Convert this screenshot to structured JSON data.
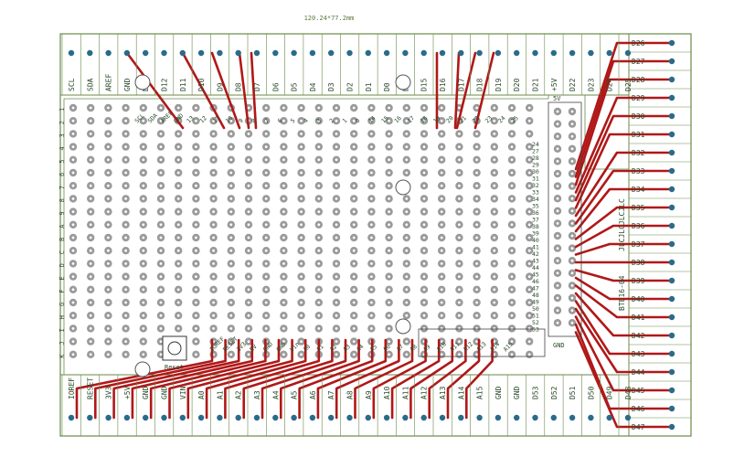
{
  "dimension_label": "120.24*77.2mm",
  "board_text": {
    "top_right_5v": "5V",
    "gnd_bottom": "GND",
    "reset_label": "Reset",
    "vertical_mark_1": "JLCJLCJLCJLC",
    "vertical_mark_2": "BTE16-04"
  },
  "top_terminal_labels": [
    "SCL",
    "SDA",
    "AREF",
    "GND",
    "D13",
    "D12",
    "D11",
    "D10",
    "D9",
    "D8",
    "D7",
    "D6",
    "D5",
    "D4",
    "D3",
    "D2",
    "D1",
    "D0",
    "D14",
    "D15",
    "D16",
    "D17",
    "D18",
    "D19",
    "D20",
    "D21",
    "+5V",
    "D22",
    "D23",
    "D24",
    "D25"
  ],
  "right_terminal_labels": [
    "D26",
    "D27",
    "D28",
    "D29",
    "D30",
    "D31",
    "D32",
    "D33",
    "D34",
    "D35",
    "D36",
    "D37",
    "D38",
    "D39",
    "D40",
    "D41",
    "D42",
    "D43",
    "D44",
    "D45",
    "D46",
    "D47"
  ],
  "bottom_terminal_labels": [
    "IOREF",
    "RESET",
    "3V3",
    "+5V",
    "GND",
    "GND",
    "VIN",
    "A0",
    "A1",
    "A2",
    "A3",
    "A4",
    "A5",
    "A6",
    "A7",
    "A8",
    "A9",
    "A10",
    "A11",
    "A12",
    "A13",
    "A14",
    "A15",
    "GND",
    "GND",
    "D53",
    "D52",
    "D51",
    "D50",
    "D49",
    "D48"
  ],
  "inner_top_header": [
    "SCL",
    "SDA",
    "AREF",
    "GND",
    "13",
    "12",
    "11",
    "10",
    "9",
    "8",
    "7",
    "6",
    "5",
    "4",
    "3",
    "2",
    "1",
    "0",
    "14",
    "15",
    "16",
    "17",
    "18",
    "19",
    "20",
    "21",
    "22",
    "23",
    "24",
    "25"
  ],
  "inner_right_header": [
    "24",
    "27",
    "28",
    "29",
    "30",
    "31",
    "32",
    "33",
    "34",
    "35",
    "36",
    "37",
    "38",
    "39",
    "40",
    "41",
    "42",
    "43",
    "44",
    "45",
    "46",
    "47",
    "48",
    "49",
    "50",
    "51",
    "52",
    "53"
  ],
  "inner_bottom_header": [
    "IOREF",
    "RESET",
    "3V3",
    "5V",
    "GND",
    "GND",
    "Vin",
    "A0",
    "A1",
    "A2",
    "A3",
    "A4",
    "A5",
    "A6",
    "A7",
    "A8",
    "A9",
    "A10",
    "A11",
    "A12",
    "A13",
    "A14",
    "A15"
  ],
  "row_letters_left": [
    "1",
    "2",
    "3",
    "4",
    "5",
    "6",
    "7",
    "8",
    "9",
    "A",
    "B",
    "C",
    "D",
    "E",
    "F",
    "G",
    "H",
    "I",
    "J",
    "K"
  ],
  "colors": {
    "board_outline": "#6b8a4a",
    "pad_gray": "#9a9a9a",
    "trace_red": "#b01818",
    "terminal_dot": "#2a6b8a",
    "silkscreen": "#2a4a2a"
  }
}
